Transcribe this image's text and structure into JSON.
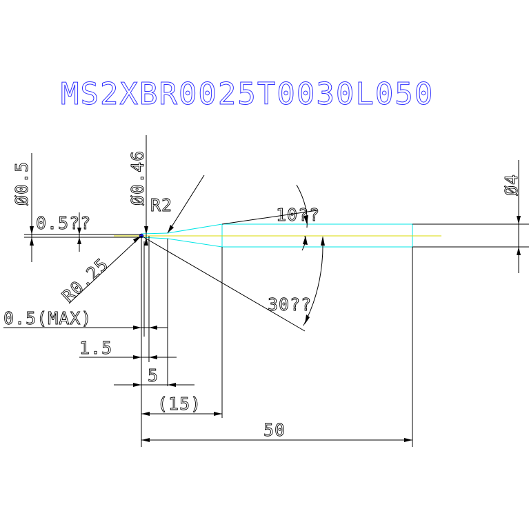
{
  "title": "MS2XBR0025T0030L050",
  "dims": {
    "dia_tip": "Ø0.5",
    "dia_neck": "Ø0.46",
    "dia_shank": "Ø4",
    "radius_r2": "R2",
    "radius_r025": "R0.25",
    "len_tip": "0.5??",
    "angle_10": "10??",
    "angle_30": "30??",
    "len_max": "0.5(MAX)",
    "len_15": "1.5",
    "len_5": "5",
    "len_paren15": "(15)",
    "len_50": "50"
  },
  "colors": {
    "title": "#3333ff",
    "lines": "#000000",
    "outline": "#00e5e5",
    "centerline": "#d8d800"
  }
}
